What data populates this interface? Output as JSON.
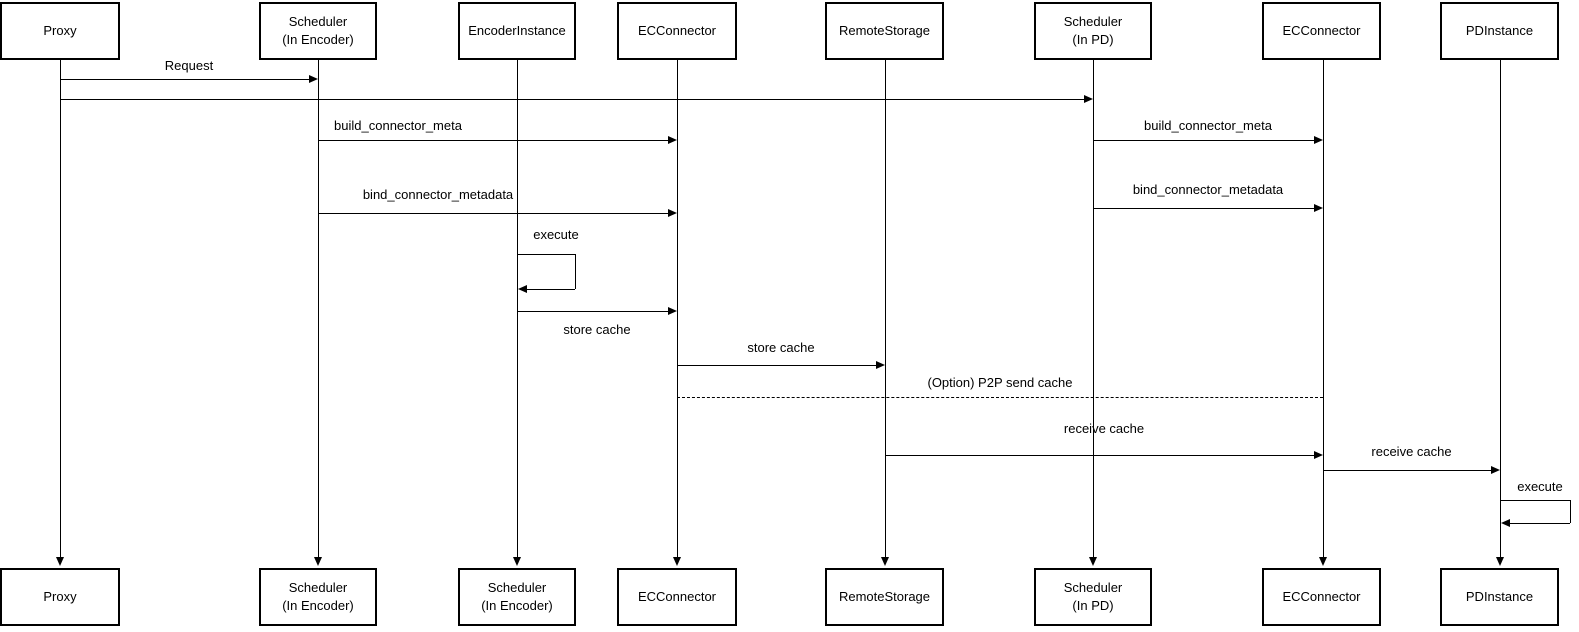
{
  "diagram_type": "uml-sequence-diagram",
  "colors": {
    "line": "#000000",
    "box_border": "#000000",
    "box_fill": "#ffffff",
    "text": "#000000",
    "background": "#ffffff"
  },
  "actors_top": [
    "Proxy",
    "Scheduler\n(In Encoder)",
    "EncoderInstance",
    "ECConnector",
    "RemoteStorage",
    "Scheduler\n(In PD)",
    "ECConnector",
    "PDInstance"
  ],
  "actors_bottom": [
    "Proxy",
    "Scheduler\n(In Encoder)",
    "Scheduler\n(In Encoder)",
    "ECConnector",
    "RemoteStorage",
    "Scheduler\n(In PD)",
    "ECConnector",
    "PDInstance"
  ],
  "messages": {
    "request": "Request",
    "build_connector_meta_left": "build_connector_meta",
    "bind_connector_metadata_left": "bind_connector_metadata",
    "execute_encoder": "execute",
    "store_cache_encoder_to_ec": "store cache",
    "store_cache_ec_to_remote": "store cache",
    "p2p_send_cache": "(Option) P2P send cache",
    "build_connector_meta_right": "build_connector_meta",
    "bind_connector_metadata_right": "bind_connector_metadata",
    "receive_cache_remote_to_ec": "receive cache",
    "receive_cache_ec_to_pd": "receive cache",
    "execute_pd": "execute"
  }
}
